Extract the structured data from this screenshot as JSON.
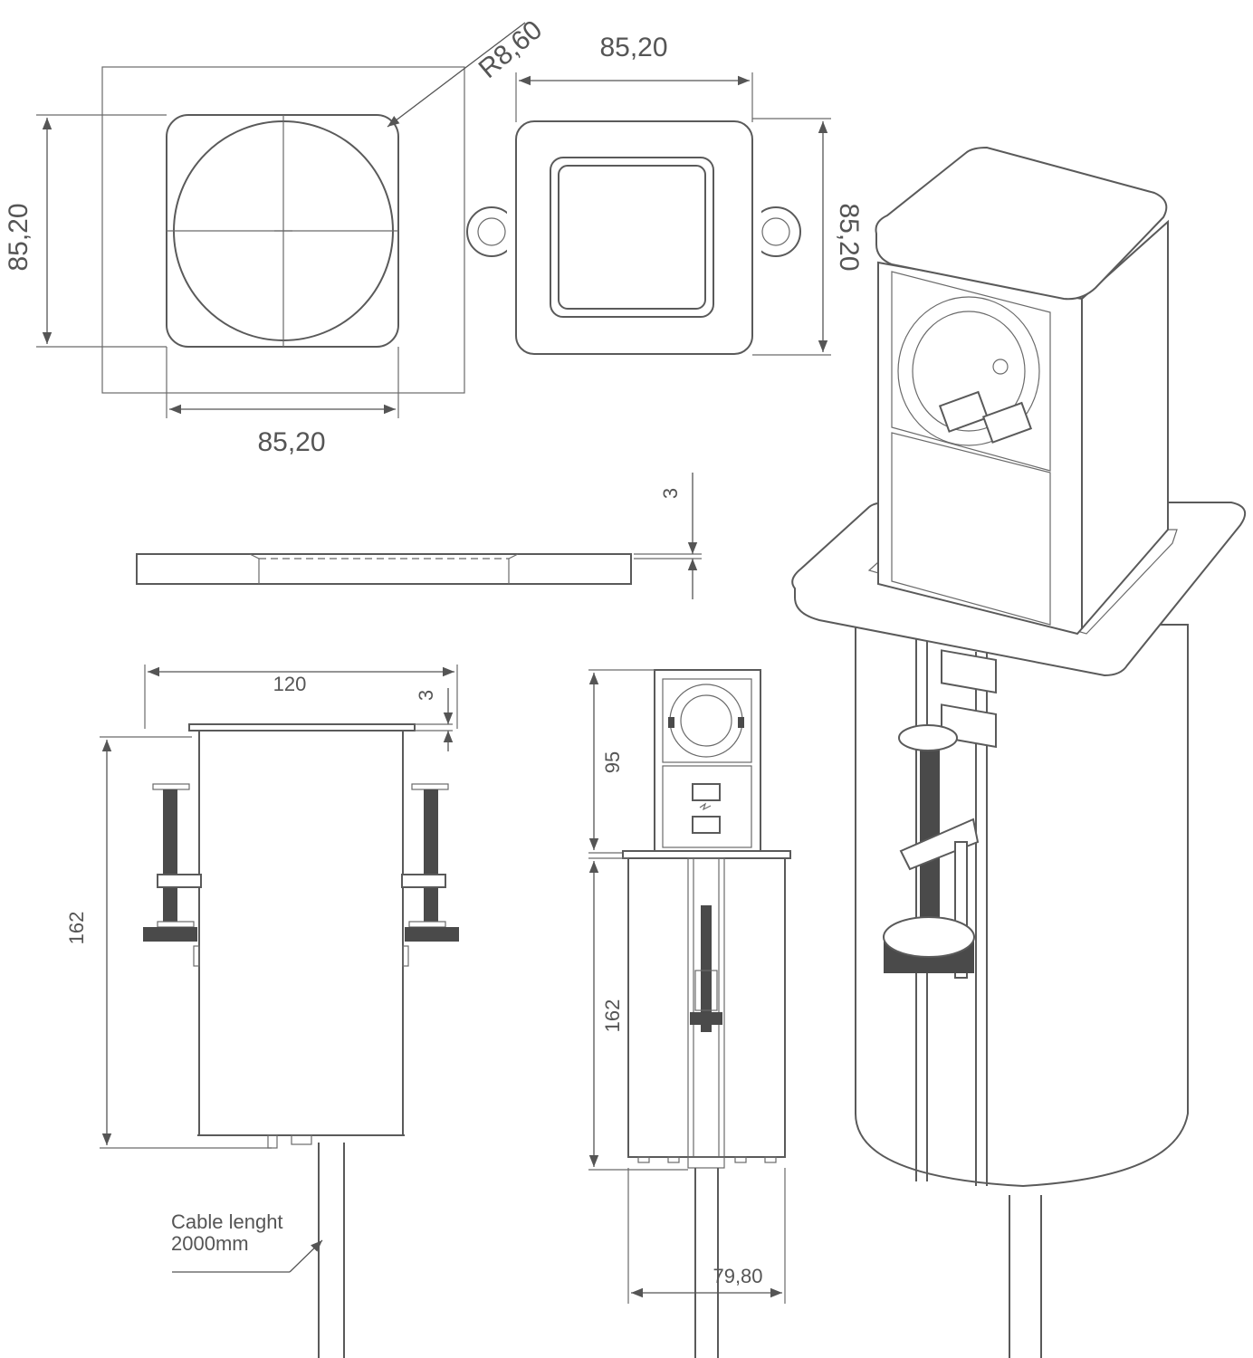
{
  "dimensions": {
    "top_width": "85,20",
    "top_height": "85,20",
    "bottom_width": "85,20",
    "radius": "R8,60",
    "frame_width": "85,20",
    "frame_height": "85,20",
    "plate_thickness": "3",
    "side_width": "120",
    "side_thickness": "3",
    "side_height": "162",
    "front_head_height": "95",
    "front_body_height": "162",
    "front_width": "79,80"
  },
  "cable_note": {
    "line1": "Cable lenght",
    "line2": "2000mm"
  },
  "colors": {
    "line": "#5a5a5a",
    "text": "#555555",
    "background": "#ffffff"
  },
  "icons": [
    "schuko-socket-icon",
    "usb-port-icon",
    "lightning-icon"
  ]
}
